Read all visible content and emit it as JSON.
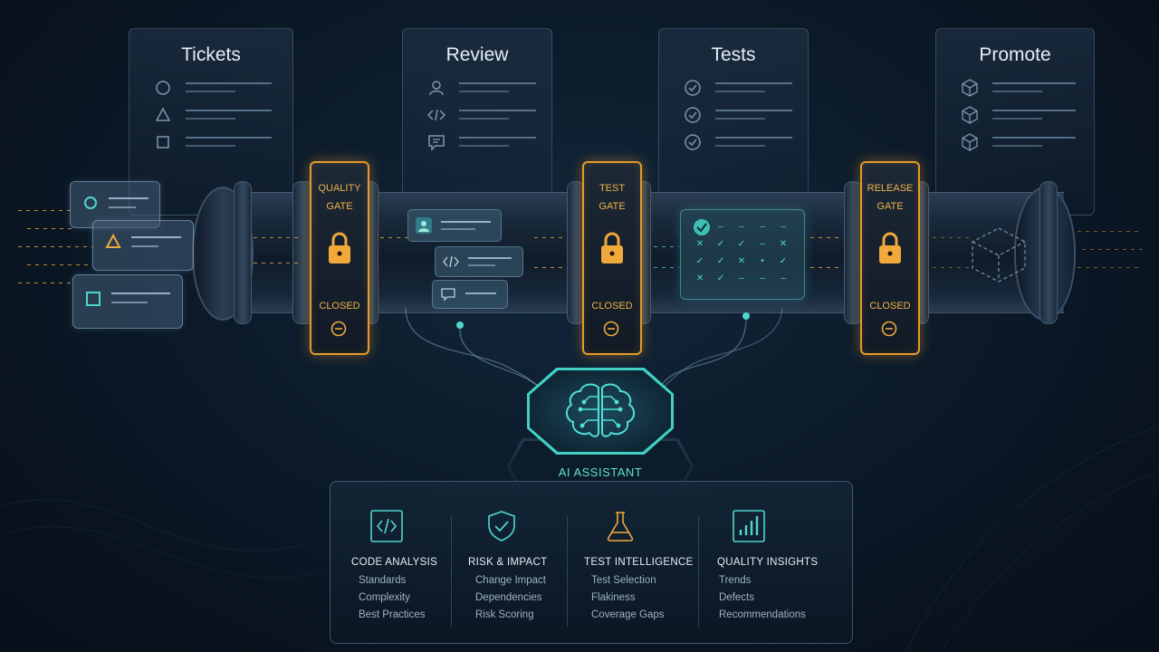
{
  "stages": [
    {
      "title": "Tickets",
      "icons": [
        "circle-icon",
        "triangle-icon",
        "square-icon"
      ]
    },
    {
      "title": "Review",
      "icons": [
        "user-icon",
        "code-icon",
        "comment-icon"
      ]
    },
    {
      "title": "Tests",
      "icons": [
        "check-circle-icon",
        "check-circle-icon",
        "check-circle-icon"
      ]
    },
    {
      "title": "Promote",
      "icons": [
        "cube-icon",
        "cube-icon",
        "cube-icon"
      ]
    }
  ],
  "gates": [
    {
      "label": "QUALITY\nGATE",
      "status": "CLOSED"
    },
    {
      "label": "TEST\nGATE",
      "status": "CLOSED"
    },
    {
      "label": "RELEASE\nGATE",
      "status": "CLOSED"
    }
  ],
  "ai": {
    "label": "AI ASSISTANT"
  },
  "capabilities": [
    {
      "icon": "code-icon",
      "title": "CODE ANALYSIS",
      "items": [
        "Standards",
        "Complexity",
        "Best Practices"
      ]
    },
    {
      "icon": "shield-check-icon",
      "title": "RISK & IMPACT",
      "items": [
        "Change Impact",
        "Dependencies",
        "Risk Scoring"
      ]
    },
    {
      "icon": "flask-icon",
      "title": "TEST INTELLIGENCE",
      "items": [
        "Test Selection",
        "Flakiness",
        "Coverage Gaps"
      ]
    },
    {
      "icon": "bar-chart-icon",
      "title": "QUALITY INSIGHTS",
      "items": [
        "Trends",
        "Defects",
        "Recommendations"
      ]
    }
  ],
  "colors": {
    "accent_orange": "#e59a2a",
    "accent_teal": "#3fd1c6",
    "background": "#0b1826"
  }
}
